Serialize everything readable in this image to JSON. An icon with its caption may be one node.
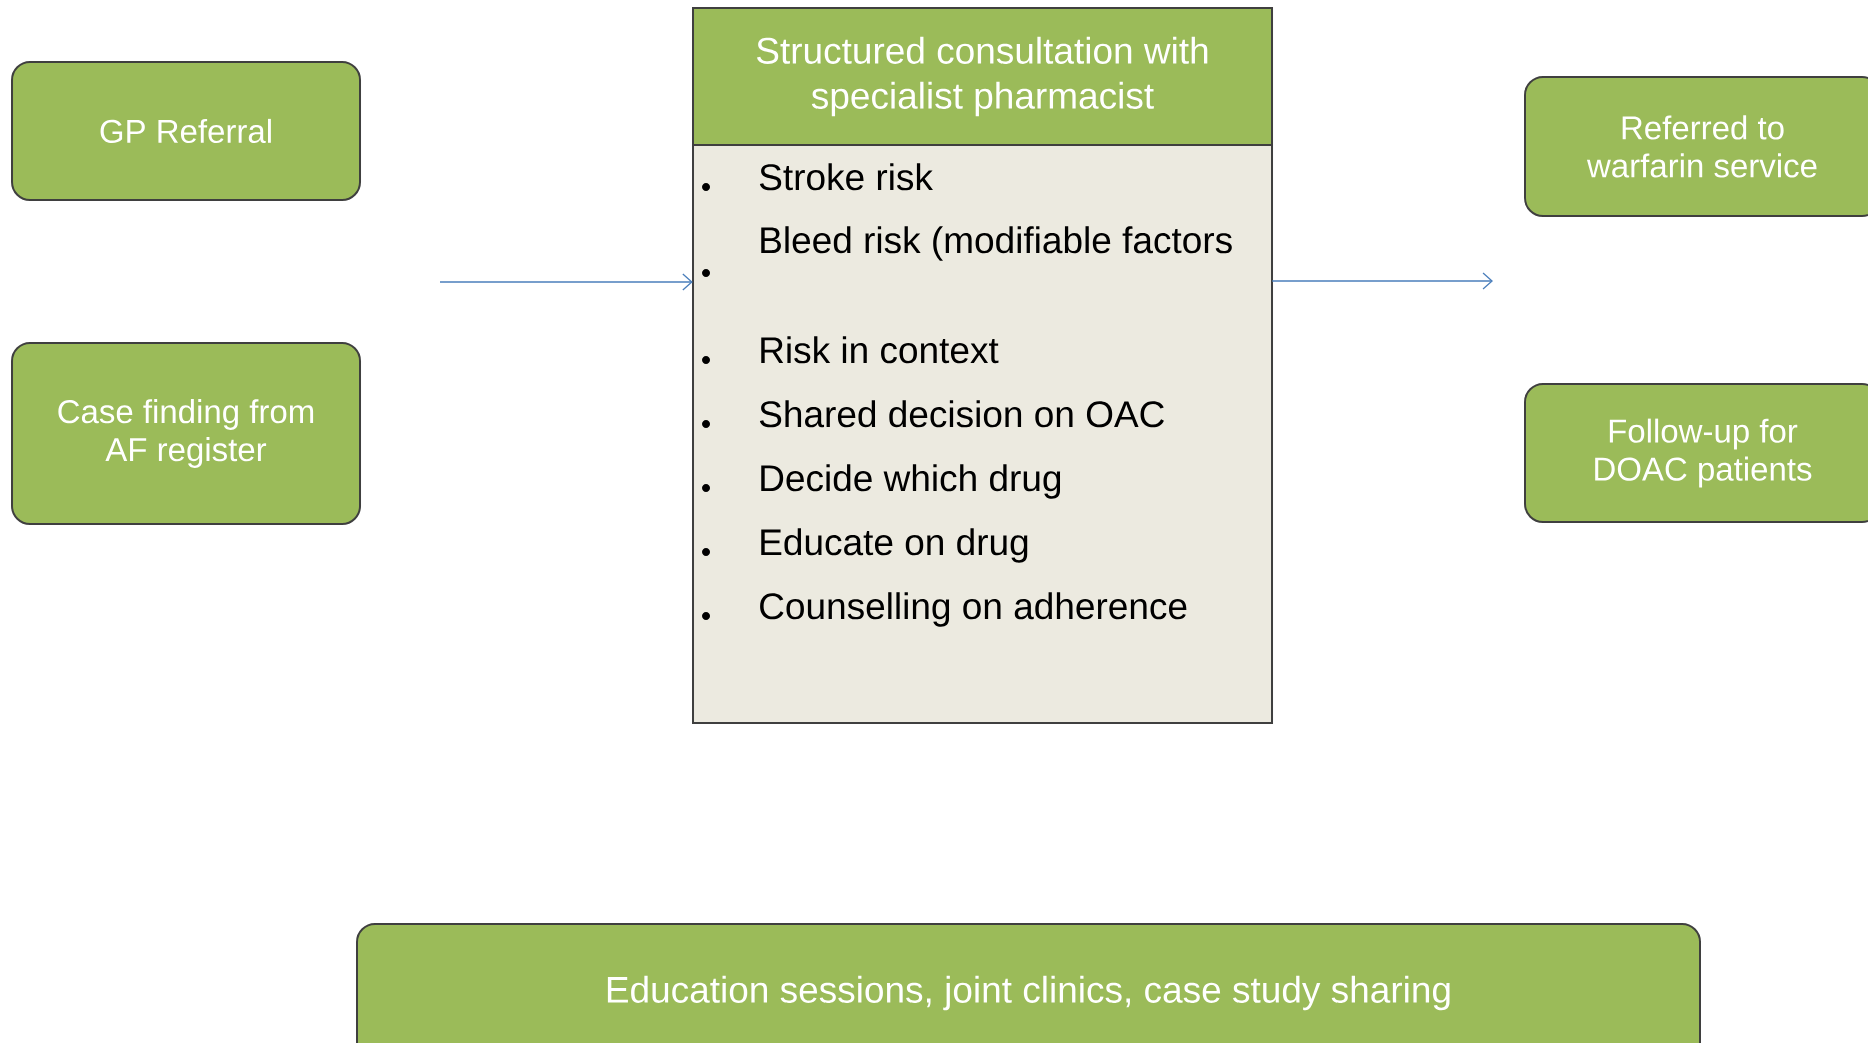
{
  "diagram": {
    "nodes": [
      {
        "text": [
          "GP Referral"
        ]
      },
      {
        "text": [
          "Structured consultation with specialist pharmacist",
          "Stroke risk",
          "Bleed risk (modifiable factors",
          "Risk in context",
          "Shared decision on OAC",
          "Decide which drug",
          "Educate on drug",
          "Counselling on adherence"
        ]
      },
      {
        "text": [
          "Case finding from AF register"
        ]
      },
      {
        "text": [
          "Referred to warfarin service"
        ]
      },
      {
        "text": [
          "Follow-up for DOAC patients"
        ]
      },
      {
        "text": [
          "Education sessions, joint clinics, case study sharing"
        ]
      }
    ],
    "edges": [
      {
        "from": null,
        "to": 1,
        "arrow": "to"
      },
      {
        "from": 1,
        "to": null,
        "arrow": "to"
      }
    ]
  }
}
